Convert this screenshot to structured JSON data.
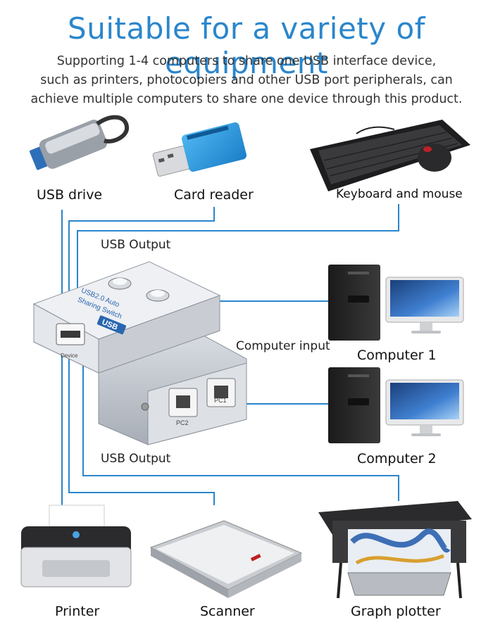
{
  "header": {
    "title": "Suitable for a variety of equipment",
    "description_lines": [
      "Supporting 1-4 computers to share one USB interface device,",
      "such as printers, photocopiers and other USB port peripherals, can",
      "achieve multiple computers to share one device through this product."
    ]
  },
  "devices": {
    "usb_drive": "USB drive",
    "card_reader": "Card reader",
    "keyboard_mouse": "Keyboard and mouse",
    "computer_1": "Computer 1",
    "computer_2": "Computer 2",
    "printer": "Printer",
    "scanner": "Scanner",
    "graph_plotter": "Graph plotter"
  },
  "connections": {
    "usb_output_top": "USB Output",
    "usb_output_bottom": "USB Output",
    "computer_input": "Computer input"
  },
  "switch_box": {
    "top_text_1": "USB2.0 Auto",
    "top_text_2": "Sharing Switch",
    "badge": "USB",
    "port_device": "Device",
    "port_pc2": "PC2",
    "port_pc1": "PC1"
  },
  "colors": {
    "title_blue": "#2a86cc",
    "line_blue": "#2a86cc"
  }
}
